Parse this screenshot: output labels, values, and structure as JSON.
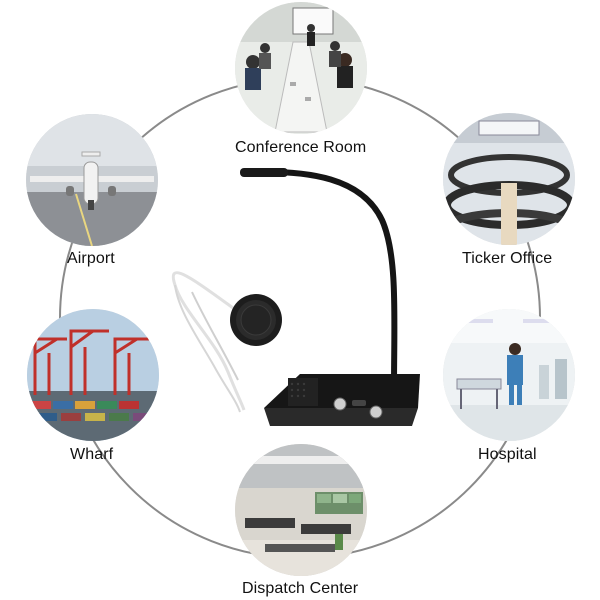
{
  "scenes": [
    {
      "id": "conference",
      "label": "Conference Room",
      "icon": "conference-room-photo"
    },
    {
      "id": "airport",
      "label": "Airport",
      "icon": "airport-photo"
    },
    {
      "id": "ticker",
      "label": "Ticker Office",
      "icon": "ticker-office-photo"
    },
    {
      "id": "wharf",
      "label": "Wharf",
      "icon": "wharf-photo"
    },
    {
      "id": "hospital",
      "label": "Hospital",
      "icon": "hospital-photo"
    },
    {
      "id": "dispatch",
      "label": "Dispatch Center",
      "icon": "dispatch-center-photo"
    }
  ],
  "colors": {
    "ring": "#8a8a8a",
    "label_text": "#111111",
    "device_body": "#1c1c1c",
    "gooseneck": "#151515"
  }
}
